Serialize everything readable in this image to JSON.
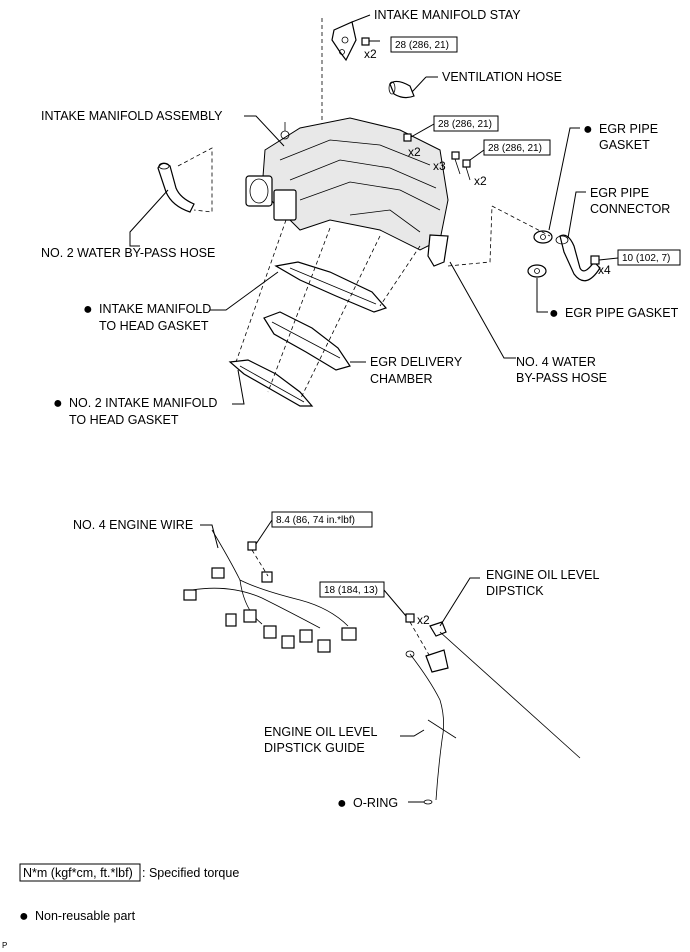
{
  "labels": {
    "intake_manifold_stay": "INTAKE MANIFOLD STAY",
    "ventilation_hose": "VENTILATION HOSE",
    "intake_manifold_assembly": "INTAKE MANIFOLD ASSEMBLY",
    "egr_pipe_gasket_top_1": "EGR PIPE",
    "egr_pipe_gasket_top_2": "GASKET",
    "egr_pipe_connector_1": "EGR PIPE",
    "egr_pipe_connector_2": "CONNECTOR",
    "no2_water_bypass_hose": "NO. 2 WATER BY-PASS HOSE",
    "egr_pipe_gasket_bottom": "EGR PIPE GASKET",
    "intake_manifold_head_gasket_1": "INTAKE MANIFOLD",
    "intake_manifold_head_gasket_2": "TO HEAD GASKET",
    "egr_delivery_chamber_1": "EGR DELIVERY",
    "egr_delivery_chamber_2": "CHAMBER",
    "no4_water_bypass_hose_1": "NO. 4 WATER",
    "no4_water_bypass_hose_2": "BY-PASS HOSE",
    "no2_intake_head_gasket_1": "NO. 2 INTAKE MANIFOLD",
    "no2_intake_head_gasket_2": "TO HEAD GASKET",
    "no4_engine_wire": "NO. 4 ENGINE WIRE",
    "engine_oil_level_dipstick_1": "ENGINE OIL LEVEL",
    "engine_oil_level_dipstick_2": "DIPSTICK",
    "dipstick_guide_1": "ENGINE OIL LEVEL",
    "dipstick_guide_2": "DIPSTICK GUIDE",
    "o_ring": "O-RING"
  },
  "torques": {
    "stay": "28 (286, 21)",
    "manifold_bolt": "28 (286, 21)",
    "manifold_bolt_2": "28 (286, 21)",
    "egr_nut": "10 (102, 7)",
    "wire_bolt": "8.4 (86, 74 in.*lbf)",
    "dipstick_bolt": "18 (184, 13)"
  },
  "quantities": {
    "stay": "x2",
    "manifold_bolt": "x2",
    "manifold_bolt_x3": "x3",
    "manifold_bolt_x2b": "x2",
    "egr_nut": "x4",
    "dipstick_bolt": "x2"
  },
  "legend": {
    "torque_box": "N*m (kgf*cm, ft.*lbf)",
    "torque_text": ": Specified torque",
    "nonreusable_text": "Non-reusable part"
  },
  "corner_mark": "P"
}
